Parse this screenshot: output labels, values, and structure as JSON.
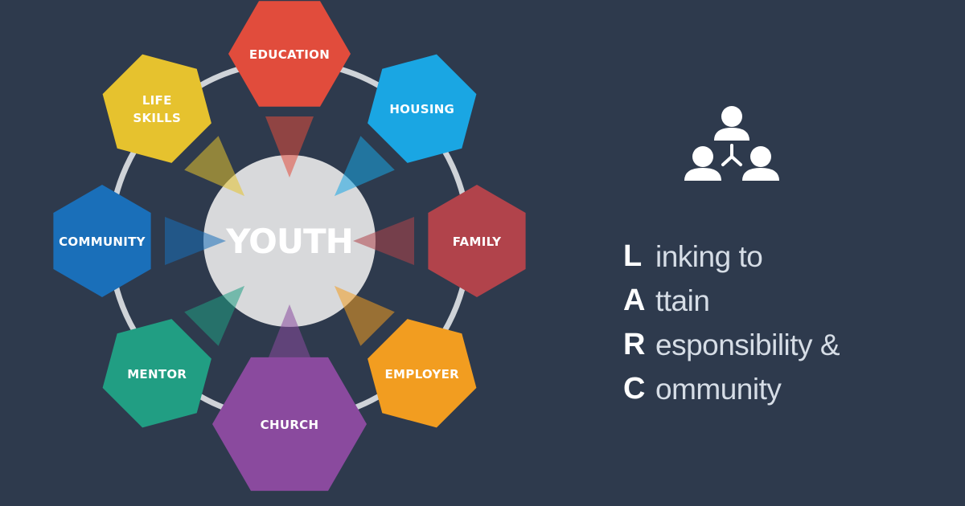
{
  "diagram": {
    "center": {
      "label": "YOUTH",
      "color": "#d8d9db"
    },
    "nodes": [
      {
        "id": "education",
        "label": [
          "EDUCATION"
        ],
        "color": "#e14c3c"
      },
      {
        "id": "housing",
        "label": [
          "HOUSING"
        ],
        "color": "#1aa6e3"
      },
      {
        "id": "family",
        "label": [
          "FAMILY"
        ],
        "color": "#b1434b"
      },
      {
        "id": "employer",
        "label": [
          "EMPLOYER"
        ],
        "color": "#f29d20"
      },
      {
        "id": "church",
        "label": [
          "CHURCH"
        ],
        "color": "#8a4a9e"
      },
      {
        "id": "mentor",
        "label": [
          "MENTOR"
        ],
        "color": "#219e83"
      },
      {
        "id": "community",
        "label": [
          "COMMUNITY"
        ],
        "color": "#1a6fb9"
      },
      {
        "id": "life-skills",
        "label": [
          "LIFE",
          "SKILLS"
        ],
        "color": "#e6c22e"
      }
    ],
    "ring_color": "#cfd3d8"
  },
  "logo": {
    "icon": "people-network-icon",
    "color": "#ffffff"
  },
  "acronym": {
    "lines": [
      {
        "letter": "L",
        "rest": "inking to"
      },
      {
        "letter": "A",
        "rest": "ttain"
      },
      {
        "letter": "R",
        "rest": "esponsibility &"
      },
      {
        "letter": "C",
        "rest": "ommunity"
      }
    ]
  },
  "colors": {
    "background": "#2e3a4d"
  }
}
